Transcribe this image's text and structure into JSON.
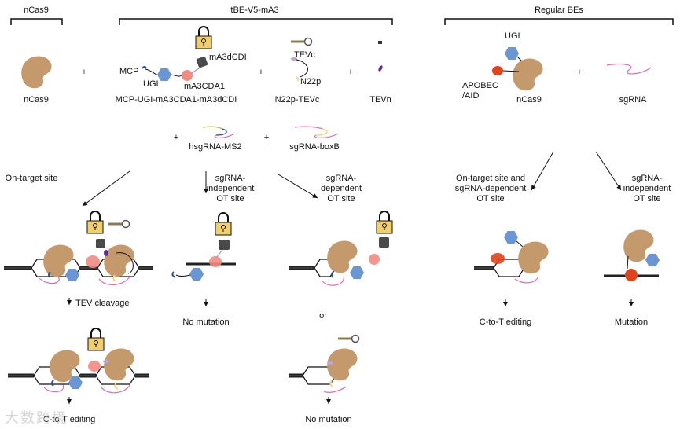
{
  "colors": {
    "cas9": "#C49A6C",
    "ugi": "#6A96D4",
    "deaminase_mA3CDA1": "#F28B82",
    "mA3dCDI": "#4A4A4A",
    "apobec": "#E0431B",
    "lock": "#F2CF6E",
    "key": "#8B7A55",
    "sgRNA": "#E06AB0",
    "ms2": "#2C4E8E",
    "boxB": "#F5D58A",
    "tevn": "#5B2C8E",
    "tevc": "#B9A4E0"
  },
  "groups": {
    "ncas9": {
      "title": "nCas9"
    },
    "tbe": {
      "title": "tBE-V5-mA3"
    },
    "regular": {
      "title": "Regular BEs"
    }
  },
  "components": {
    "ncas9_label": "nCas9",
    "plus": "+",
    "mcp": "MCP",
    "ugi": "UGI",
    "mA3CDA1": "mA3CDA1",
    "mA3dCDI": "mA3dCDI",
    "fusion_label": "MCP-UGI-mA3CDA1-mA3dCDI",
    "tevc": "TEVc",
    "n22p": "N22p",
    "n22p_tevc_label": "N22p-TEVc",
    "tevn_label": "TEVn",
    "hsgrna_ms2": "hsgRNA-MS2",
    "sgrna_boxb": "sgRNA-boxB",
    "reg_ugi": "UGI",
    "apobec": "APOBEC\n/AID",
    "reg_ncas9": "nCas9",
    "sgrna": "sgRNA"
  },
  "pathways": {
    "on_target": "On-target site",
    "sg_indep": "sgRNA-\nindependent\nOT site",
    "sg_dep": "sgRNA-\ndependent\nOT site",
    "reg_on_target": "On-target site and\nsgRNA-dependent\nOT site",
    "reg_sg_indep": "sgRNA-\nindependent\nOT site"
  },
  "outcomes": {
    "tev_cleavage": "TEV cleavage",
    "ctot_tbe": "C-to-T editing",
    "no_mutation_indep": "No mutation",
    "or": "or",
    "no_mutation_dep": "No mutation",
    "ctot_regular": "C-to-T editing",
    "mutation": "Mutation"
  },
  "watermark": "大数跨境"
}
